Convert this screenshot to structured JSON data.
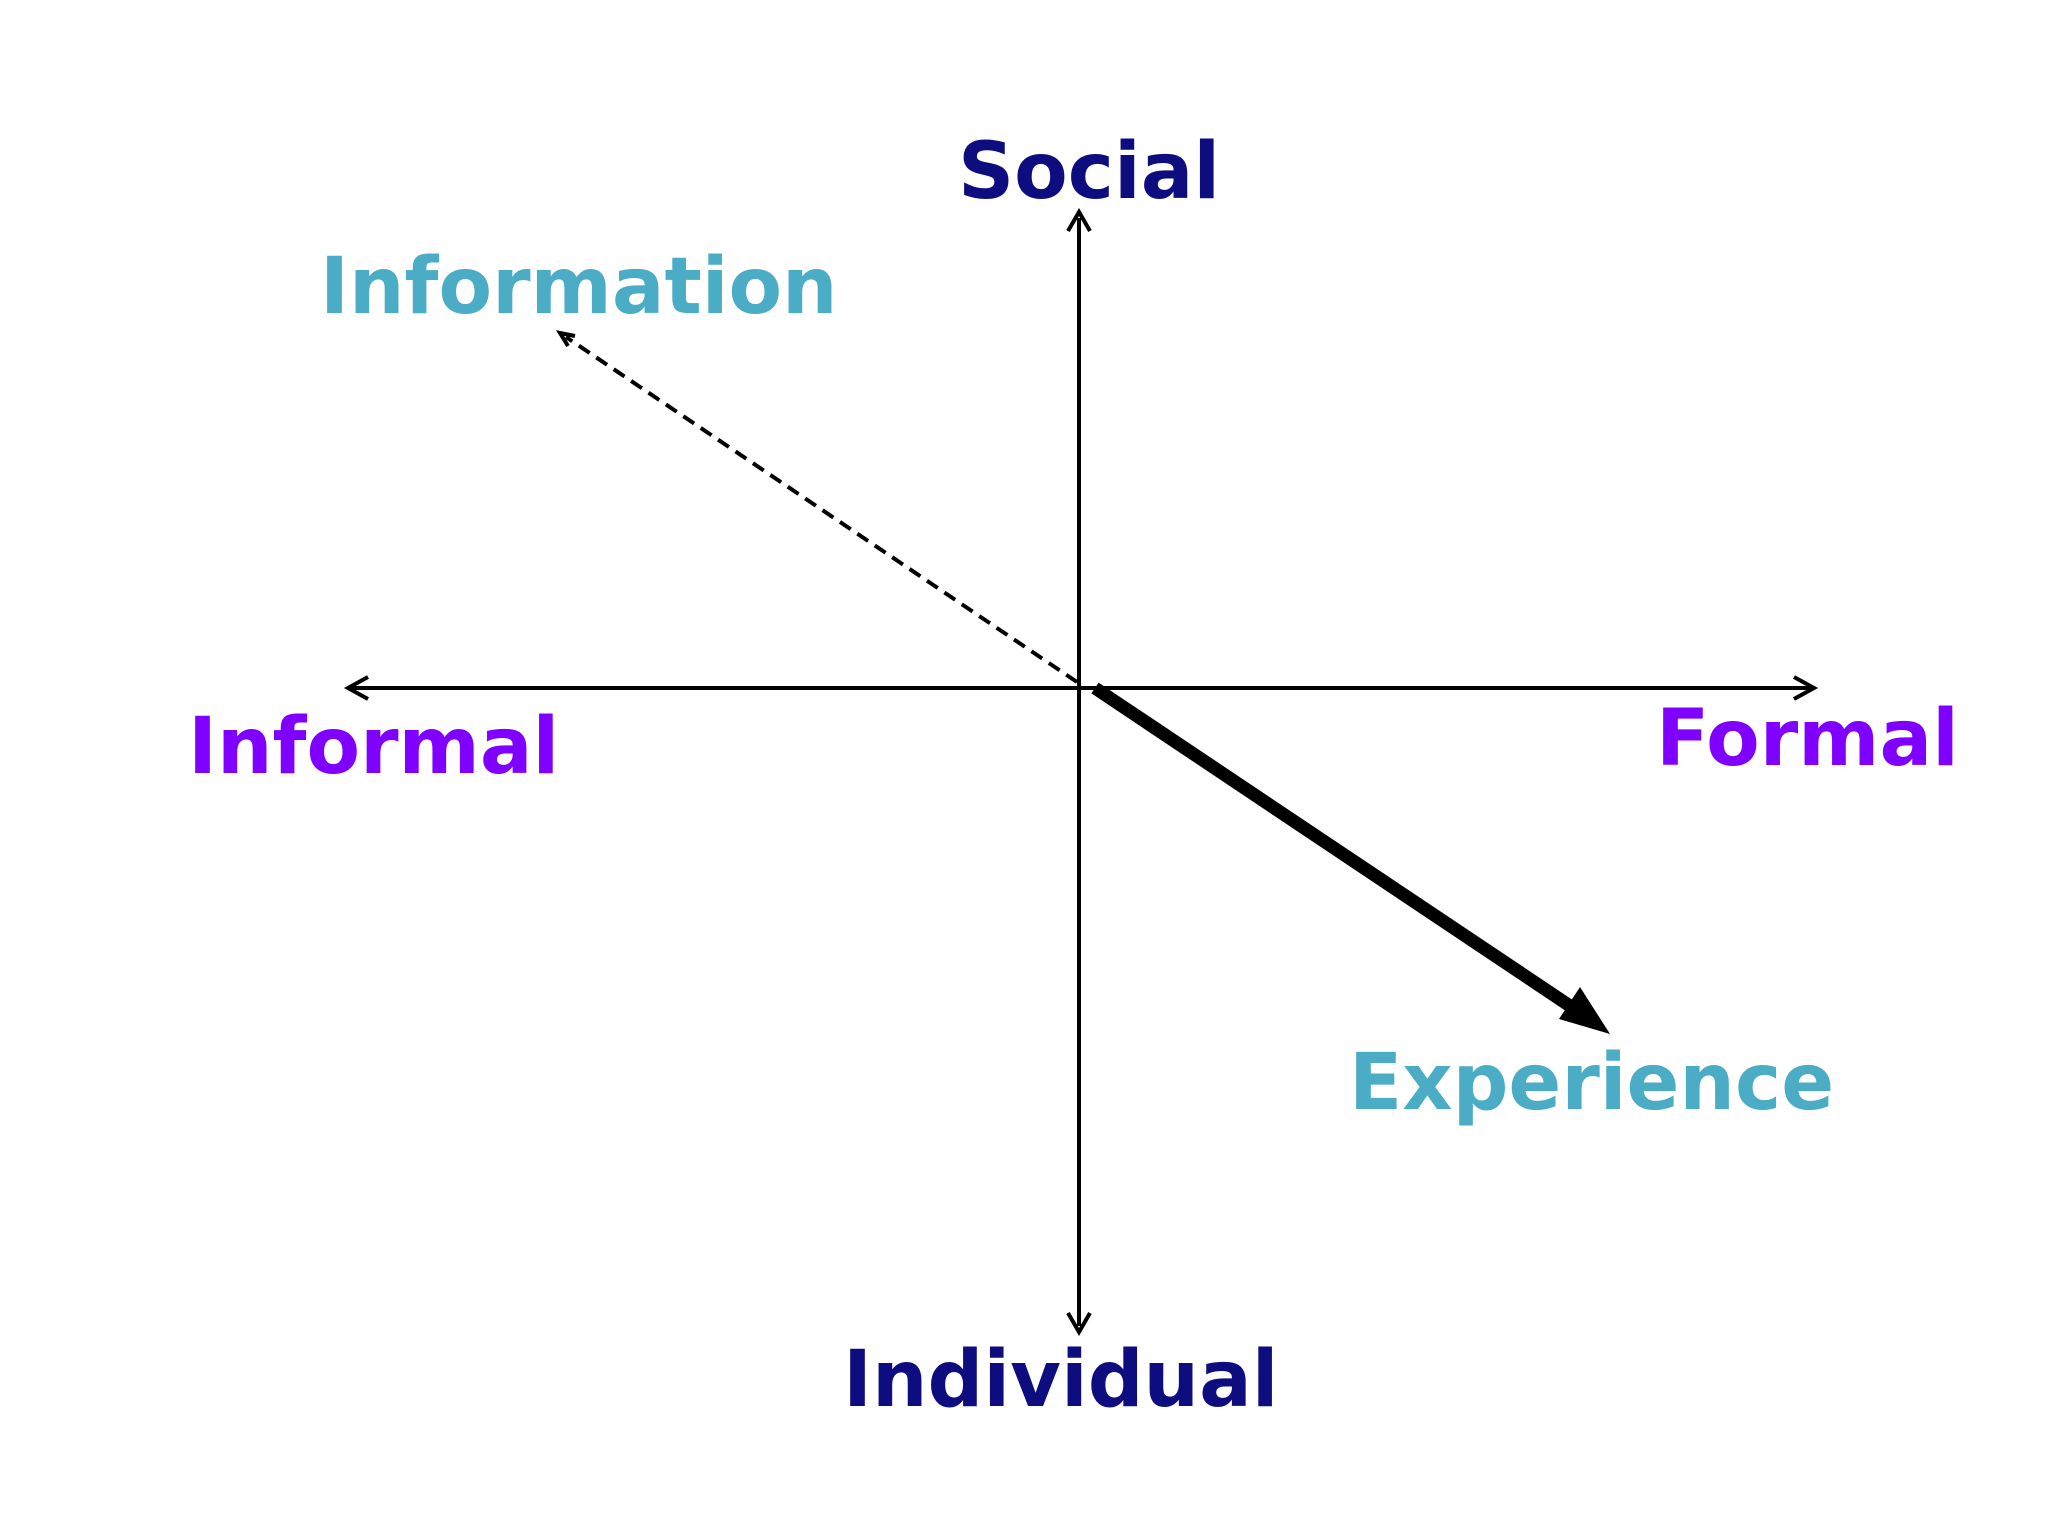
{
  "diagram": {
    "labels": {
      "social": "Social",
      "individual": "Individual",
      "informal": "Informal",
      "formal": "Formal",
      "information": "Information",
      "experience": "Experience"
    },
    "colors": {
      "axis_labels_vertical": "#0d0d80",
      "axis_labels_horizontal": "#8000ff",
      "vector_labels": "#4bacc6",
      "lines": "#000000",
      "background": "#ffffff"
    }
  }
}
